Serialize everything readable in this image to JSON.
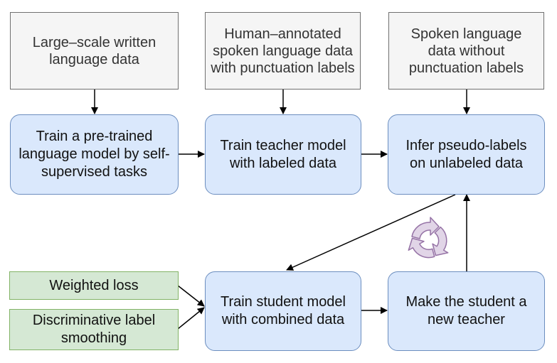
{
  "inputs": {
    "written": "Large–scale written language data",
    "annotated": "Human–annotated spoken language data with punctuation labels",
    "unlabeled": "Spoken language data without punctuation labels"
  },
  "steps": {
    "pretrain": "Train a pre-trained language model by self-supervised tasks",
    "teacher": "Train teacher model with labeled data",
    "infer": "Infer pseudo-labels on unlabeled data",
    "student": "Train student model with combined data",
    "new_teacher": "Make the student a new teacher"
  },
  "techniques": {
    "weighted_loss": "Weighted loss",
    "label_smoothing": "Discriminative label smoothing"
  },
  "icons": {
    "cycle": "recycle-cycle-icon"
  },
  "colors": {
    "input_fill": "#f5f5f5",
    "input_border": "#707070",
    "step_fill": "#dae8fc",
    "step_border": "#6c8ebf",
    "tech_fill": "#d5e8d4",
    "tech_border": "#82b366",
    "cycle_fill": "#e1d5e7",
    "cycle_border": "#9673a6"
  }
}
